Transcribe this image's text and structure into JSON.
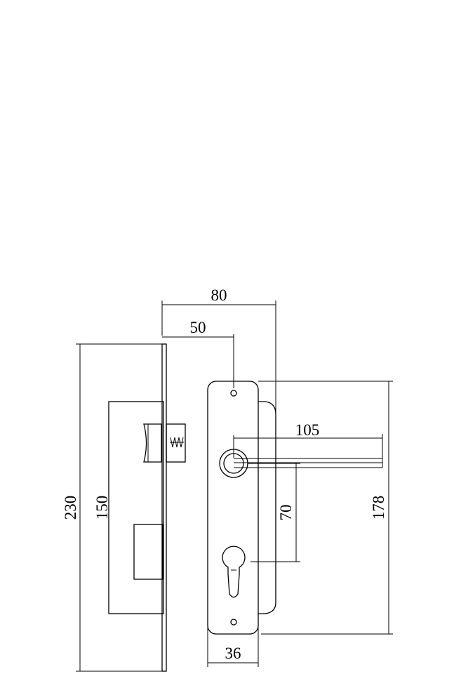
{
  "dimensions": {
    "d80": "80",
    "d50": "50",
    "d230": "230",
    "d150": "150",
    "d105": "105",
    "d70": "70",
    "d178": "178",
    "d36": "36"
  }
}
